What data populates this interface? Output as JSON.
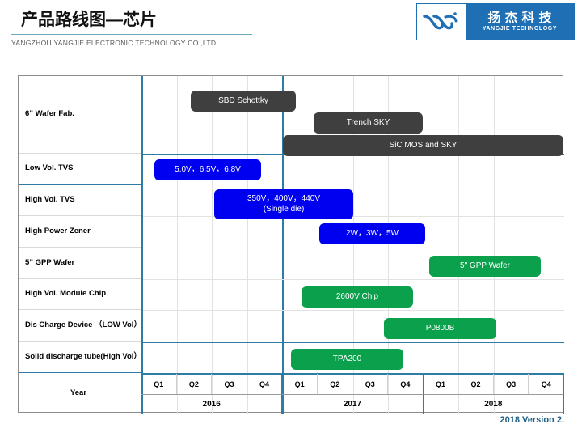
{
  "header": {
    "title_cn": "产品路线图—芯片",
    "title_en": "YANGZHOU YANGJIE ELECTRONIC TECHNOLOGY  CO.,LTD.",
    "logo_cn": "扬杰科技",
    "logo_en": "YANGJIE TECHNOLOGY",
    "accent_color": "#1f6fb5"
  },
  "colors": {
    "gray_bar": "#3f3f3f",
    "blue_bar": "#0000f0",
    "green_bar": "#0ba04b",
    "grid_accent": "#2e7ca6",
    "footer_text": "#1f5f86"
  },
  "rows": [
    {
      "label": "6” Wafer Fab."
    },
    {
      "label": "Low Vol. TVS"
    },
    {
      "label": "High Vol. TVS"
    },
    {
      "label": "High Power Zener"
    },
    {
      "label": "5” GPP Wafer"
    },
    {
      "label": "High Vol. Module Chip"
    },
    {
      "label": "Dis Charge Device （LOW Vol）"
    },
    {
      "label": "Solid discharge tube(High Vol）"
    },
    {
      "label": "Year"
    }
  ],
  "timeline": {
    "quarters": [
      "Q1",
      "Q2",
      "Q3",
      "Q4",
      "Q1",
      "Q2",
      "Q3",
      "Q4",
      "Q1",
      "Q2",
      "Q3",
      "Q4"
    ],
    "years": [
      "2016",
      "2017",
      "2018"
    ]
  },
  "bars": [
    {
      "label": "SBD Schottky",
      "color": "gray",
      "row": 0
    },
    {
      "label": "Trench SKY",
      "color": "gray",
      "row": 0
    },
    {
      "label": "SiC MOS and SKY",
      "color": "gray",
      "row": 0
    },
    {
      "label": "5.0V，6.5V，6.8V",
      "color": "blue",
      "row": 1
    },
    {
      "label": "350V，400V，440V\n(Single die)",
      "color": "blue",
      "row": 2
    },
    {
      "label": "2W，3W，5W",
      "color": "blue",
      "row": 3
    },
    {
      "label": "5\" GPP  Wafer",
      "color": "green",
      "row": 4
    },
    {
      "label": "2600V Chip",
      "color": "green",
      "row": 5
    },
    {
      "label": "P0800B",
      "color": "green",
      "row": 6
    },
    {
      "label": "TPA200",
      "color": "green",
      "row": 7
    }
  ],
  "footer": {
    "version": "2018  Version 2."
  }
}
